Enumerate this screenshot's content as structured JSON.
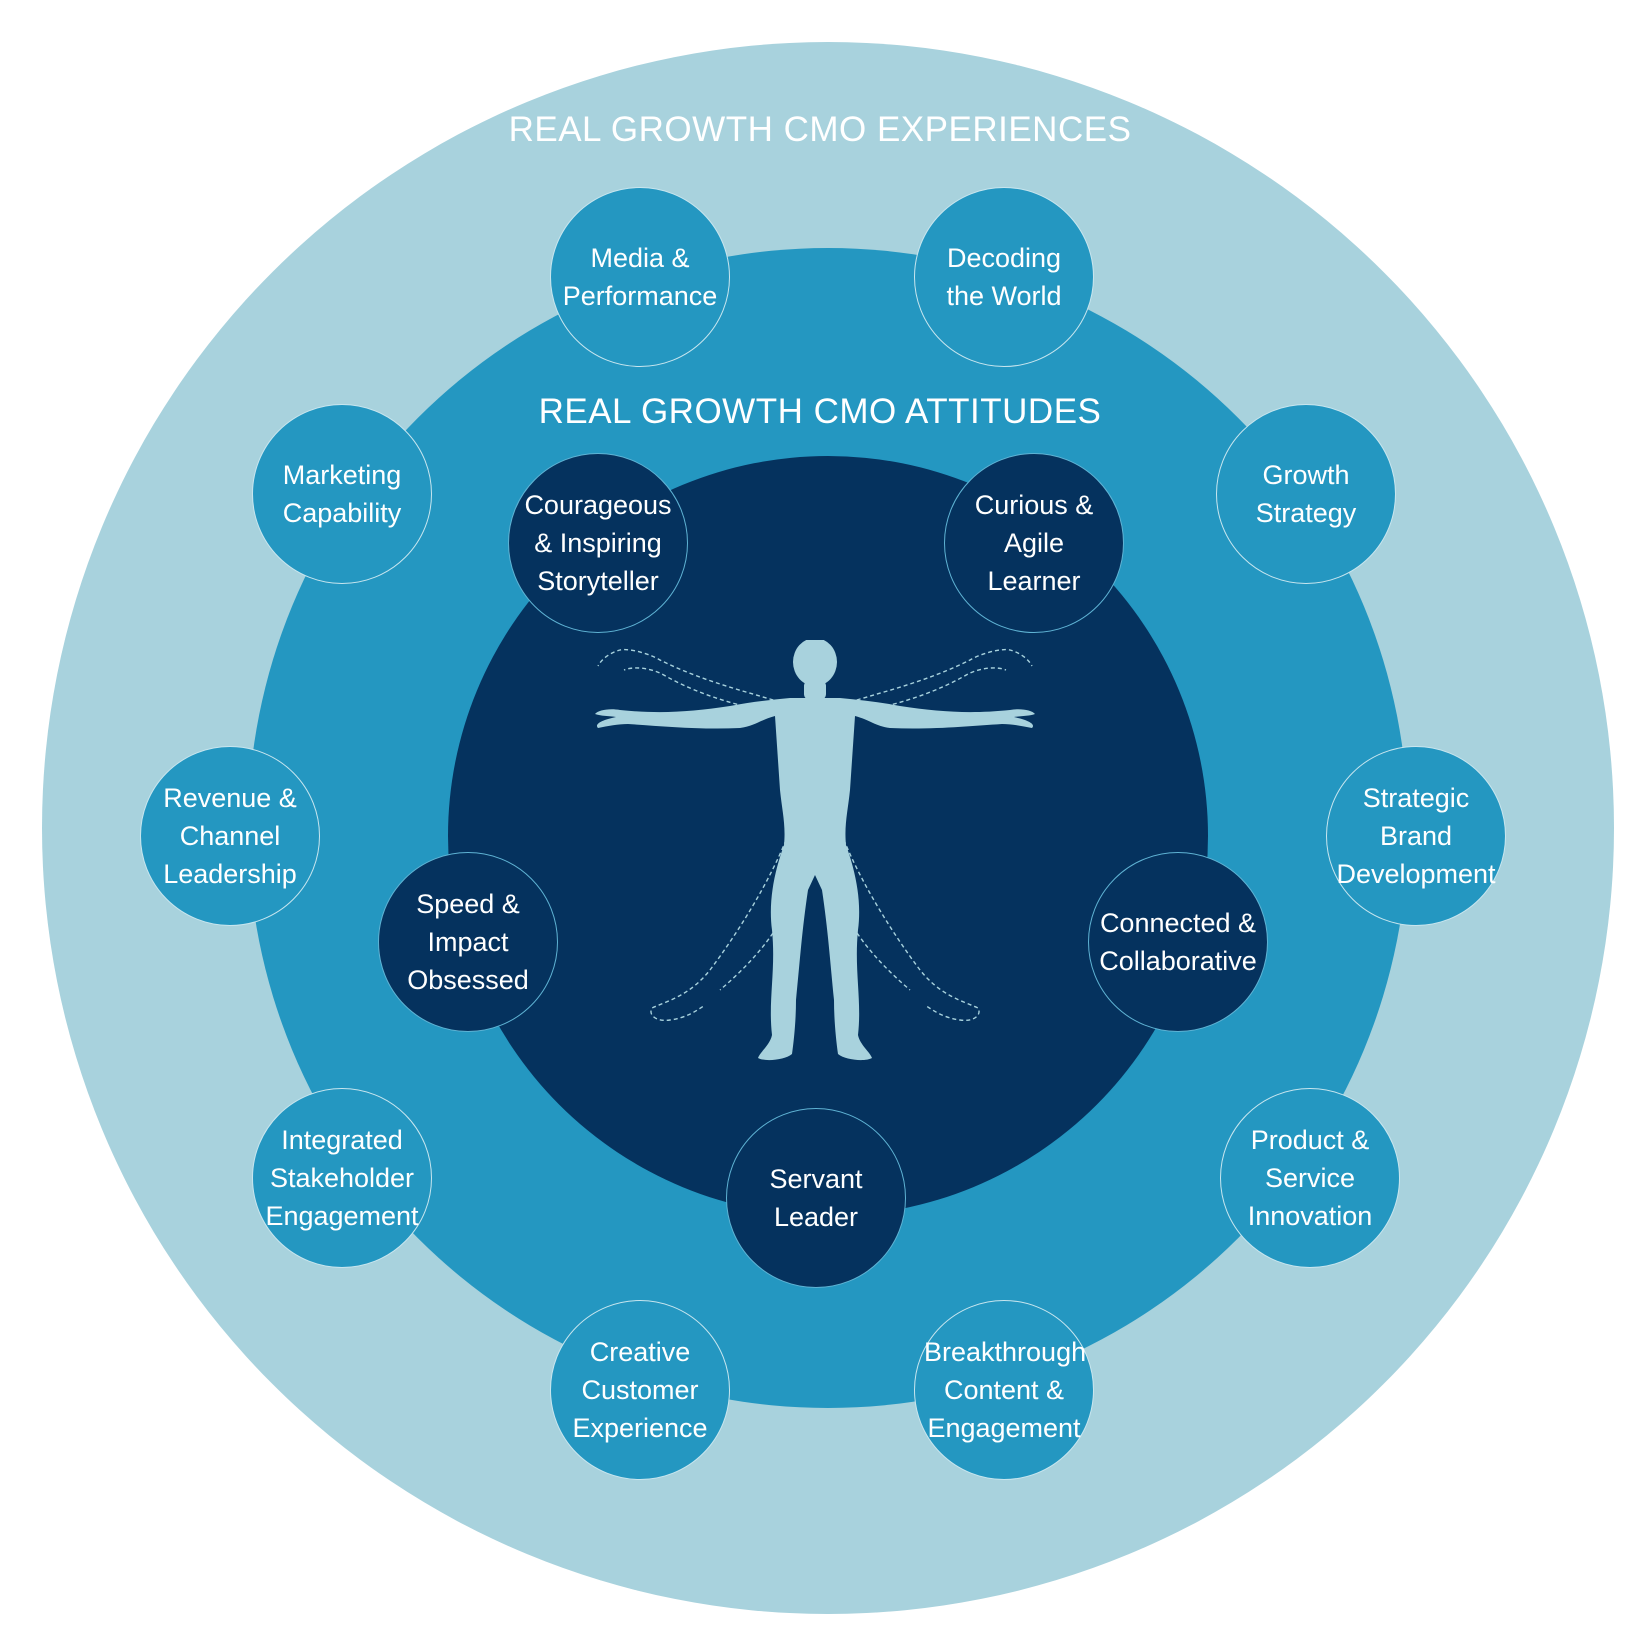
{
  "diagram": {
    "experiences_title": "REAL GROWTH CMO EXPERIENCES",
    "attitudes_title": "REAL GROWTH CMO ATTITUDES",
    "experiences": [
      {
        "label": "Media &\nPerformance"
      },
      {
        "label": "Decoding\nthe World"
      },
      {
        "label": "Growth\nStrategy"
      },
      {
        "label": "Strategic\nBrand\nDevelopment"
      },
      {
        "label": "Product &\nService\nInnovation"
      },
      {
        "label": "Breakthrough\nContent &\nEngagement"
      },
      {
        "label": "Creative\nCustomer\nExperience"
      },
      {
        "label": "Integrated\nStakeholder\nEngagement"
      },
      {
        "label": "Revenue &\nChannel\nLeadership"
      },
      {
        "label": "Marketing\nCapability"
      }
    ],
    "attitudes": [
      {
        "label": "Courageous\n& Inspiring\nStoryteller"
      },
      {
        "label": "Curious &\nAgile Learner"
      },
      {
        "label": "Connected &\nCollaborative"
      },
      {
        "label": "Servant\nLeader"
      },
      {
        "label": "Speed &\nImpact\nObsessed"
      }
    ],
    "center_figure_icon": "human-figure-icon",
    "colors": {
      "outer_ring": "#a8d2dd",
      "middle_ring": "#2497c1",
      "inner_ring": "#05325e",
      "figure": "#a8d2dd",
      "text": "#ffffff"
    }
  }
}
